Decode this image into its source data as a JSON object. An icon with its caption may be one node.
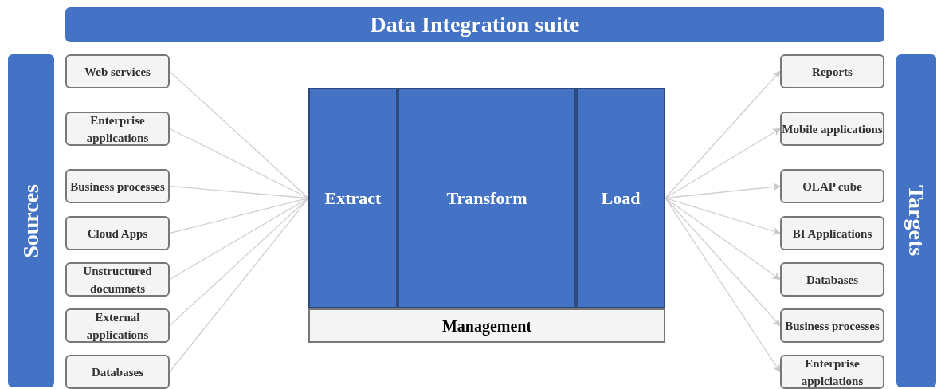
{
  "diagram": {
    "nodes": [
      {
        "text": [
          "Data Integration suite"
        ]
      },
      {
        "text": [
          "Sources"
        ]
      },
      {
        "text": [
          "Web services"
        ]
      },
      {
        "text": [
          "Enterprise applications"
        ]
      },
      {
        "text": [
          "Business processes"
        ]
      },
      {
        "text": [
          "Cloud Apps"
        ]
      },
      {
        "text": [
          "Unstructured documnets"
        ]
      },
      {
        "text": [
          "External applications"
        ]
      },
      {
        "text": [
          "Databases"
        ]
      },
      {
        "text": [
          "Extract"
        ]
      },
      {
        "text": [
          "Transform"
        ]
      },
      {
        "text": [
          "Load"
        ]
      },
      {
        "text": [
          "Management"
        ]
      },
      {
        "text": [
          "Reports"
        ]
      },
      {
        "text": [
          "Mobile applications"
        ]
      },
      {
        "text": [
          "OLAP cube"
        ]
      },
      {
        "text": [
          "BI Applications"
        ]
      },
      {
        "text": [
          "Databases"
        ]
      },
      {
        "text": [
          "Business processes"
        ]
      },
      {
        "text": [
          "Enterprise applciations"
        ]
      },
      {
        "text": [
          "Targets"
        ]
      }
    ],
    "edges": [
      {
        "from": 2,
        "to": 9,
        "arrow": "none"
      },
      {
        "from": 3,
        "to": 9,
        "arrow": "none"
      },
      {
        "from": 4,
        "to": 9,
        "arrow": "none"
      },
      {
        "from": 5,
        "to": 9,
        "arrow": "none"
      },
      {
        "from": 6,
        "to": 9,
        "arrow": "none"
      },
      {
        "from": 7,
        "to": 9,
        "arrow": "none"
      },
      {
        "from": 8,
        "to": 9,
        "arrow": "none"
      },
      {
        "from": 11,
        "to": 13,
        "arrow": "to"
      },
      {
        "from": 11,
        "to": 14,
        "arrow": "to"
      },
      {
        "from": 11,
        "to": 15,
        "arrow": "to"
      },
      {
        "from": 11,
        "to": 16,
        "arrow": "to"
      },
      {
        "from": 11,
        "to": 17,
        "arrow": "to"
      },
      {
        "from": 11,
        "to": 18,
        "arrow": "to"
      },
      {
        "from": 11,
        "to": 19,
        "arrow": "to"
      }
    ]
  }
}
